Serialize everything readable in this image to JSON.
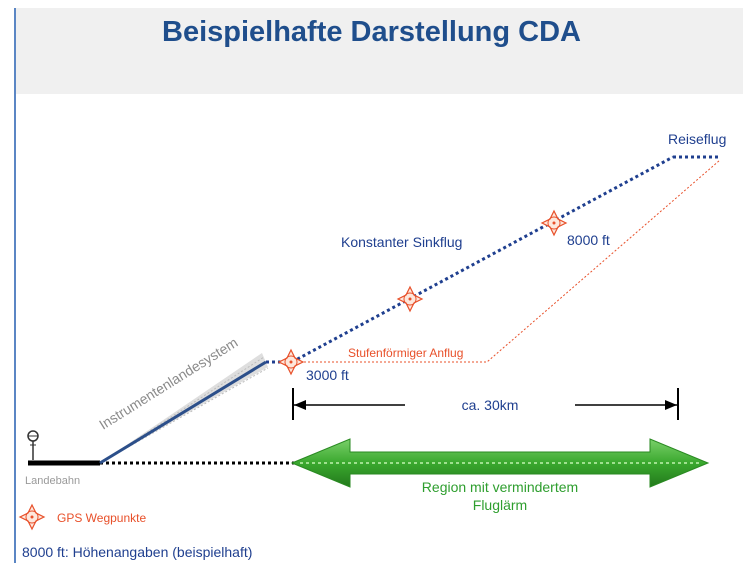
{
  "title": "Beispielhafte Darstellung CDA",
  "labels": {
    "reiseflug": "Reiseflug",
    "altitude_8000": "8000 ft",
    "konstanter_sinkflug": "Konstanter Sinkflug",
    "stufenfoermiger_anflug": "Stufenförmiger Anflug",
    "altitude_3000": "3000 ft",
    "instrumentenlandesystem": "Instrumentenlandesystem",
    "distance": "ca. 30km",
    "landebahn": "Landebahn",
    "region_line1": "Region mit vermindertem",
    "region_line2": "Fluglärm"
  },
  "legend": {
    "gps": "GPS Wegpunkte",
    "altitude_note": "8000 ft: Höhenangaben (beispielhaft)"
  },
  "colors": {
    "title": "#1f4e8c",
    "descent": "#1f3f8f",
    "stepped": "#e8502a",
    "arrow": "#3aa82e",
    "region_text": "#2e9e2e",
    "border": "#5b86c4"
  },
  "icons": [
    "gps-waypoint-icon",
    "antenna-icon"
  ]
}
